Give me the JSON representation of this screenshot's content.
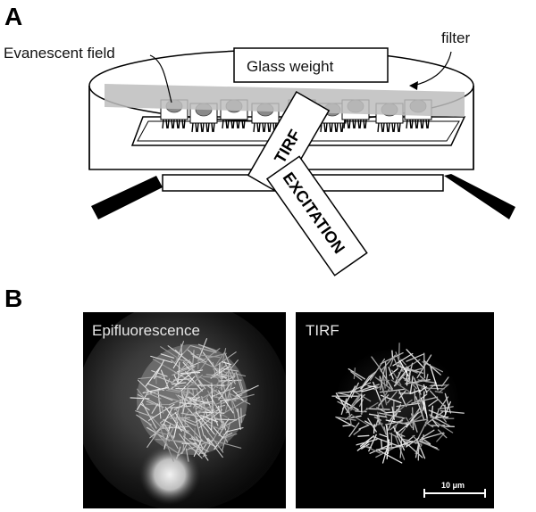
{
  "panel_a": {
    "letter": "A",
    "evanescent_label": "Evanescent field",
    "filter_label": "filter",
    "glass_weight_label": "Glass weight",
    "tirf_label": "TIRF",
    "excitation_label": "EXCITATION"
  },
  "panel_b": {
    "letter": "B",
    "epi_label": "Epifluorescence",
    "tirf_label": "TIRF",
    "scale_label": "10 μm"
  },
  "colors": {
    "filter_band": "#bdbdbd",
    "cell_fill": "#8a8a8a",
    "image_background": "#000000",
    "prism_dark": "#000000"
  }
}
